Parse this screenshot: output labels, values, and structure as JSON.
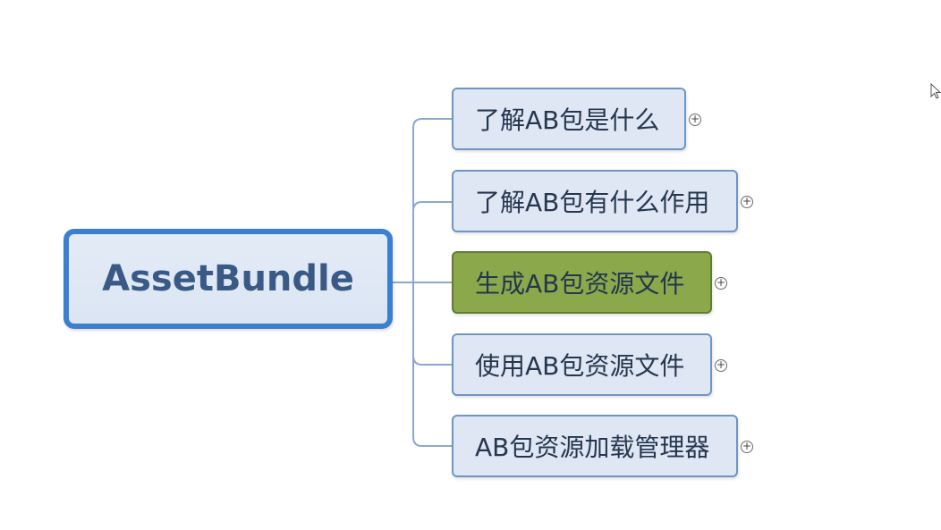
{
  "root": {
    "label": "AssetBundle"
  },
  "topics": [
    {
      "label": "了解AB包是什么",
      "selected": false
    },
    {
      "label": "了解AB包有什么作用",
      "selected": false
    },
    {
      "label": "生成AB包资源文件",
      "selected": true
    },
    {
      "label": "使用AB包资源文件",
      "selected": false
    },
    {
      "label": "AB包资源加载管理器",
      "selected": false
    }
  ],
  "expander_symbol": "+",
  "colors": {
    "root_border": "#3b7fd1",
    "topic_fill": "#dfe7f4",
    "selected_fill": "#8ba94a",
    "connector": "#8aa9cf"
  },
  "icons": {
    "expander": "plus-circle-icon",
    "cursor": "mouse-pointer-icon"
  }
}
